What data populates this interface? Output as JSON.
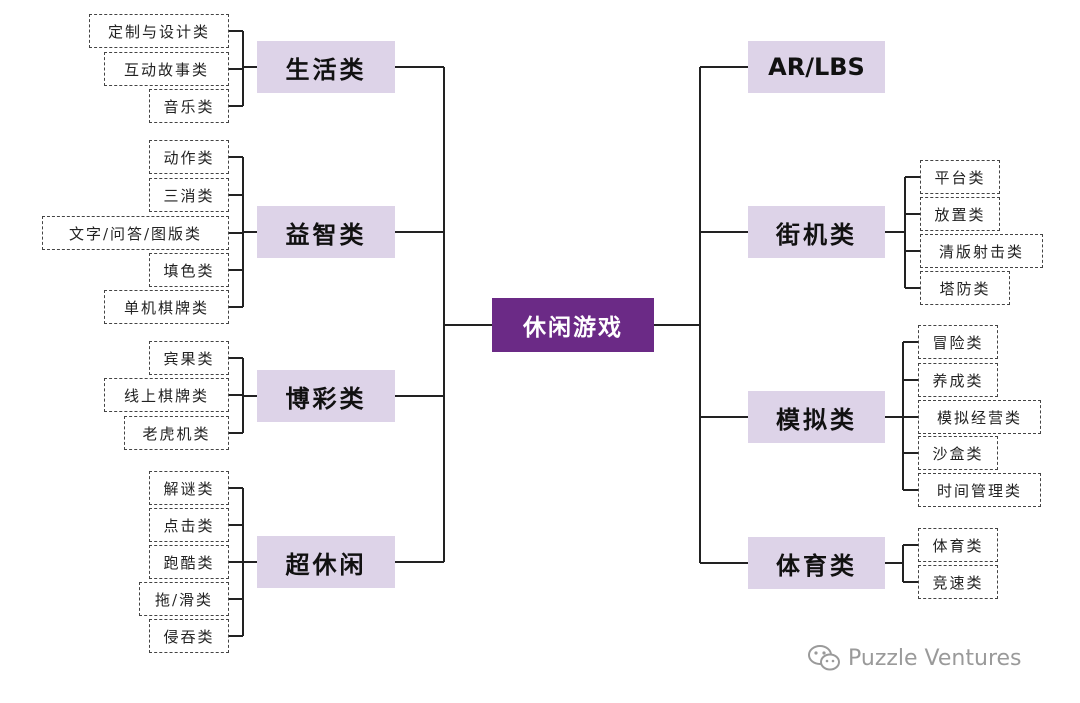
{
  "root": "休闲游戏",
  "left": [
    {
      "label": "生活类",
      "items": [
        "定制与设计类",
        "互动故事类",
        "音乐类"
      ]
    },
    {
      "label": "益智类",
      "items": [
        "动作类",
        "三消类",
        "文字/问答/图版类",
        "填色类",
        "单机棋牌类"
      ]
    },
    {
      "label": "博彩类",
      "items": [
        "宾果类",
        "线上棋牌类",
        "老虎机类"
      ]
    },
    {
      "label": "超休闲",
      "items": [
        "解谜类",
        "点击类",
        "跑酷类",
        "拖/滑类",
        "侵吞类"
      ]
    }
  ],
  "right": [
    {
      "label": "AR/LBS",
      "items": []
    },
    {
      "label": "街机类",
      "items": [
        "平台类",
        "放置类",
        "清版射击类",
        "塔防类"
      ]
    },
    {
      "label": "模拟类",
      "items": [
        "冒险类",
        "养成类",
        "模拟经营类",
        "沙盒类",
        "时间管理类"
      ]
    },
    {
      "label": "体育类",
      "items": [
        "体育类",
        "竞速类"
      ]
    }
  ],
  "watermark": {
    "text": "Puzzle Ventures",
    "icon": "wechat-icon"
  },
  "colors": {
    "root_bg": "#6b2a86",
    "category_bg": "#ddd3e8",
    "line": "#222222"
  }
}
